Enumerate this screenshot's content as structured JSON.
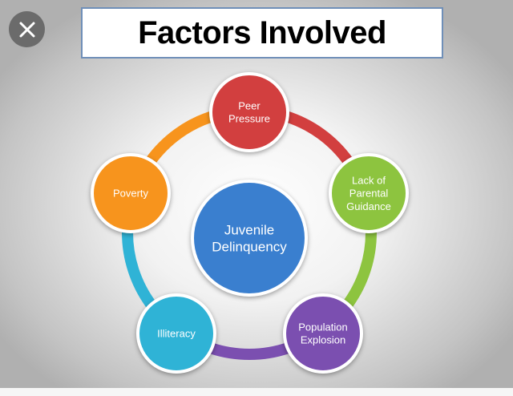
{
  "title": "Factors Involved",
  "close_button": {
    "icon": "close-icon"
  },
  "diagram": {
    "center": {
      "lines": [
        "Juvenile",
        "Delinquency"
      ],
      "color": "#3a7fcf"
    },
    "factors": [
      {
        "lines": [
          "Peer",
          "Pressure"
        ],
        "color": "#d23f3f"
      },
      {
        "lines": [
          "Lack of",
          "Parental",
          "Guidance"
        ],
        "color": "#8dc43f"
      },
      {
        "lines": [
          "Population",
          "Explosion"
        ],
        "color": "#7b4fb0"
      },
      {
        "lines": [
          "Illiteracy"
        ],
        "color": "#2fb3d6"
      },
      {
        "lines": [
          "Poverty"
        ],
        "color": "#f7941d"
      }
    ]
  }
}
